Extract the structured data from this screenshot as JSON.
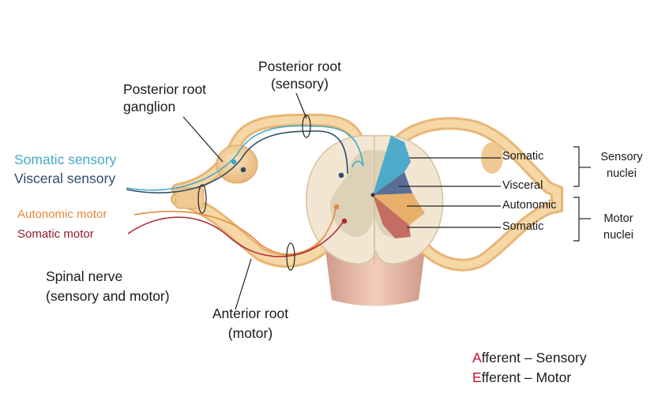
{
  "labels": {
    "posterior_root_l1": "Posterior root",
    "posterior_root_l2": "(sensory)",
    "posterior_ganglion_l1": "Posterior root",
    "posterior_ganglion_l2": "ganglion",
    "somatic_sensory": "Somatic sensory",
    "visceral_sensory": "Visceral sensory",
    "autonomic_motor": "Autonomic motor",
    "somatic_motor": "Somatic motor",
    "spinal_nerve_l1": "Spinal nerve",
    "spinal_nerve_l2": "(sensory and motor)",
    "anterior_root_l1": "Anterior root",
    "anterior_root_l2": "(motor)",
    "nucleus_somatic_sensory": "Somatic",
    "nucleus_visceral": "Visceral",
    "nucleus_autonomic": "Autonomic",
    "nucleus_somatic_motor": "Somatic",
    "sensory_nuclei_l1": "Sensory",
    "sensory_nuclei_l2": "nuclei",
    "motor_nuclei_l1": "Motor",
    "motor_nuclei_l2": "nuclei"
  },
  "legend": {
    "afferent_initial": "A",
    "afferent_rest": "fferent – Sensory",
    "efferent_initial": "E",
    "efferent_rest": "fferent – Motor"
  },
  "colors": {
    "somatic_sensory": "#45a8c8",
    "visceral_sensory": "#2e4d6e",
    "autonomic_motor": "#e5883a",
    "somatic_motor": "#b0283a",
    "highlight_initial": "#c8102e",
    "nerve_fill": "#f0c98e",
    "cord_fill": "#f2e6d3",
    "gray_matter": "#ddd2b8"
  }
}
